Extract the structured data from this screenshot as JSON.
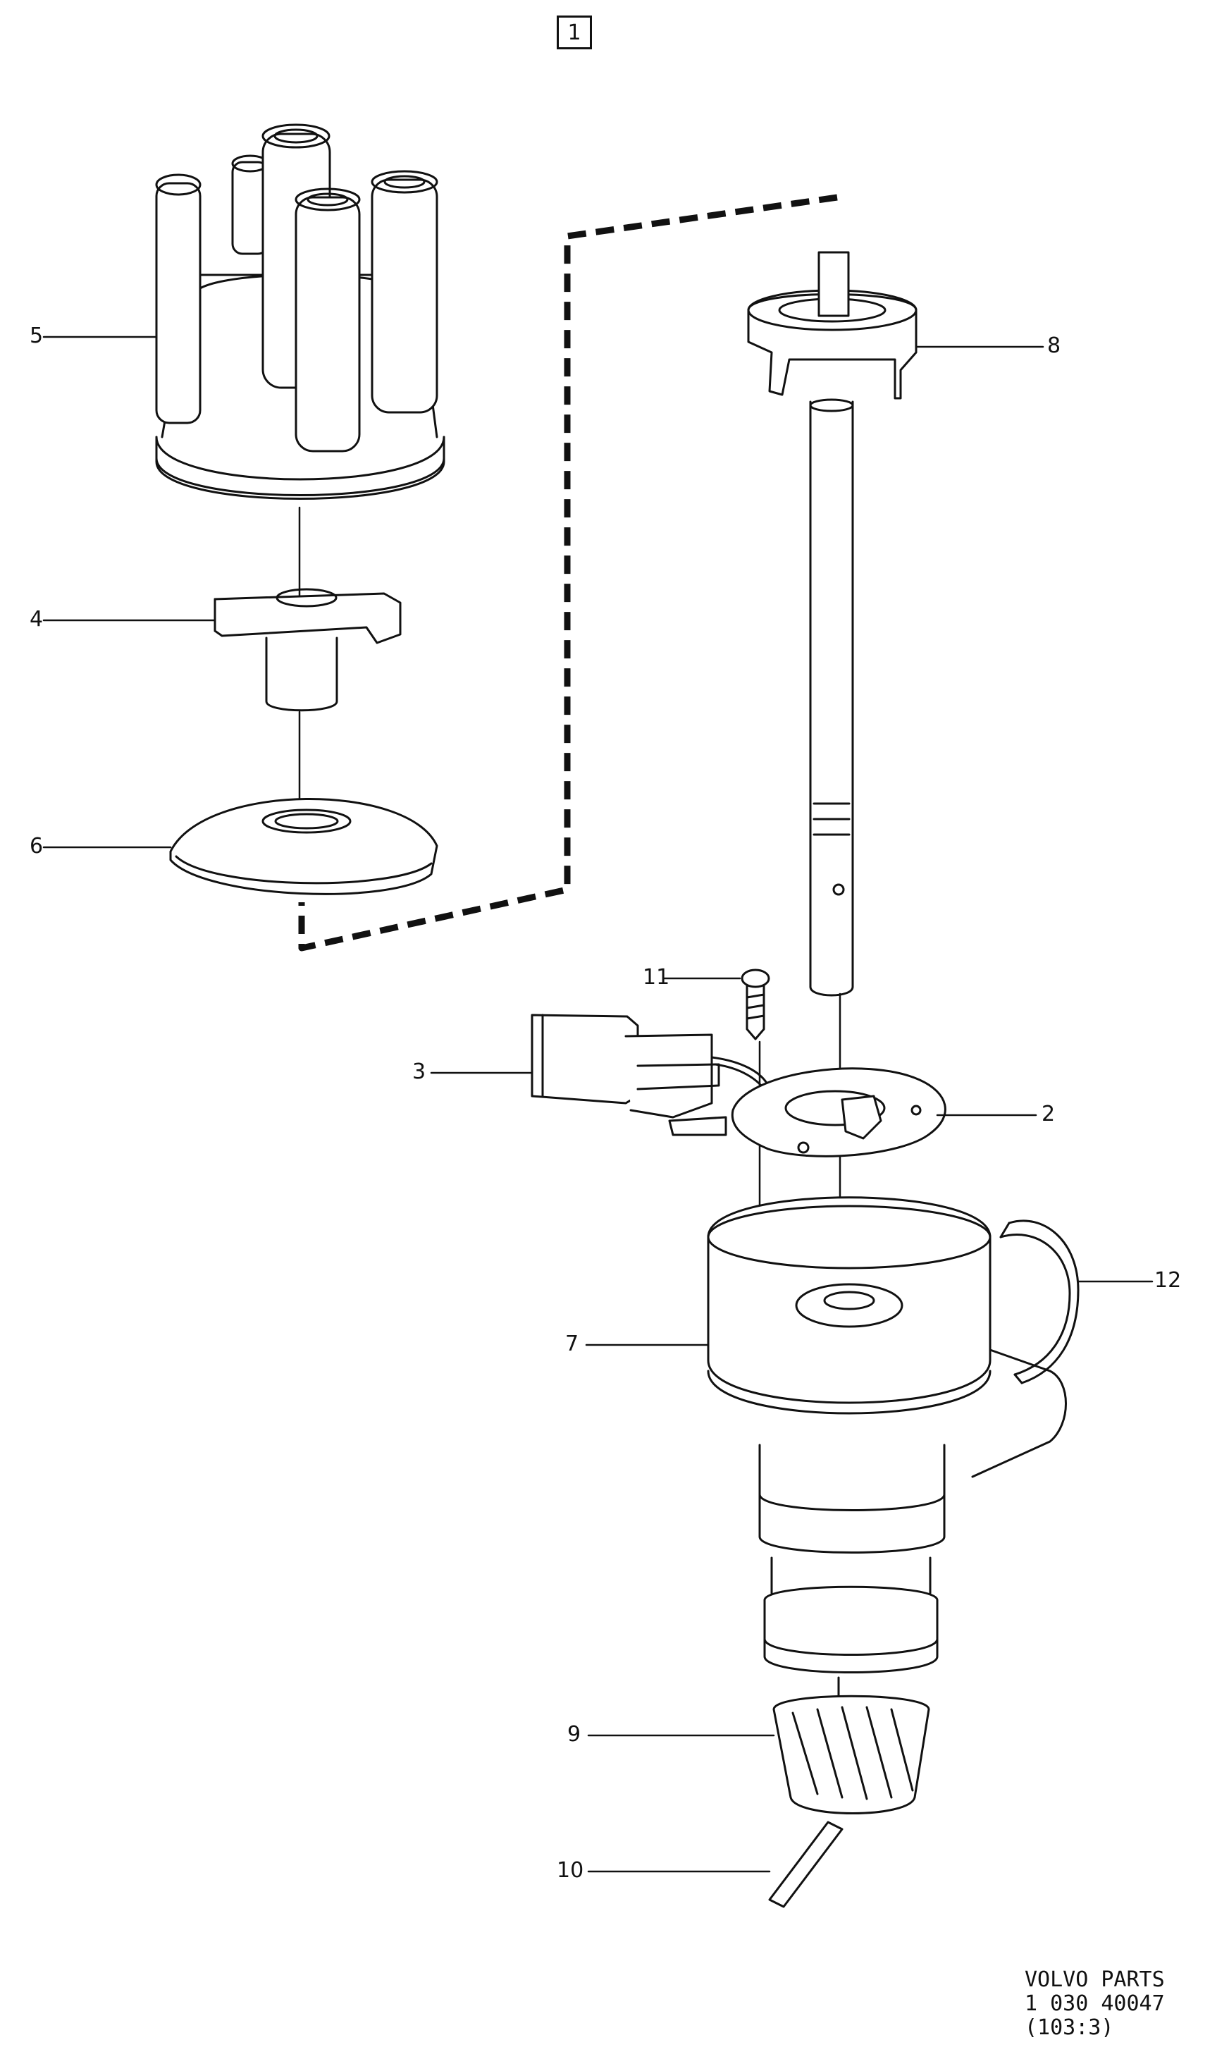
{
  "figure_ref": "1",
  "callouts": [
    "1",
    "2",
    "3",
    "4",
    "5",
    "6",
    "7",
    "8",
    "9",
    "10",
    "11",
    "12"
  ],
  "parts": {
    "p5": "distributor-cap",
    "p4": "rotor",
    "p6": "dust-cover",
    "p8": "shaft-collar",
    "shaft": "distributor-shaft",
    "p11": "screw",
    "p3": "control-unit",
    "p2": "sensor-plate",
    "p7": "distributor-housing",
    "p12": "spring-clip",
    "p9": "drive-gear",
    "p10": "pin"
  },
  "footer": {
    "line1": "VOLVO PARTS",
    "line2": "1 030 40047",
    "line3": "(103:3)"
  },
  "colors": {
    "ink": "#111111",
    "background": "#ffffff"
  }
}
